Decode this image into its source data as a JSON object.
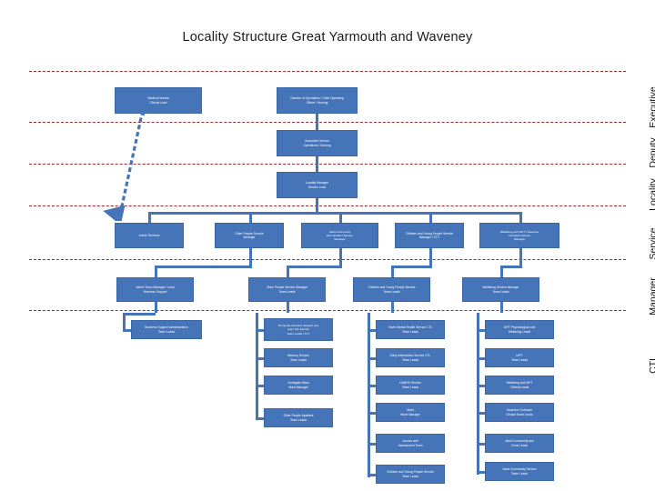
{
  "page": {
    "title": "Locality Structure Great Yarmouth and Waveney",
    "accent_blue": "#4674B8",
    "separator_red": "#9E2B2B",
    "background": "#FFFFFF"
  },
  "band_labels": [
    {
      "key": "executive",
      "label": "Executive"
    },
    {
      "key": "deputy",
      "label": "Deputy"
    },
    {
      "key": "locality",
      "label": "Locality"
    },
    {
      "key": "service",
      "label": "Service"
    },
    {
      "key": "manager",
      "label": "Manager"
    },
    {
      "key": "ctl",
      "label": "CTL"
    }
  ],
  "executive": [
    {
      "id": "exec-medical",
      "lines": [
        "Medical Director",
        "Clinical Lead"
      ]
    },
    {
      "id": "exec-director",
      "lines": [
        "Director of Operations / Chief Operating",
        "Officer / Nursing"
      ]
    }
  ],
  "deputy": [
    {
      "id": "deputy-director",
      "lines": [
        "Associate Director",
        "Operations / Nursing"
      ]
    }
  ],
  "locality": [
    {
      "id": "locality-manager",
      "lines": [
        "Locality Manager",
        "Service Lead"
      ]
    }
  ],
  "service": [
    {
      "id": "svc-admin",
      "lines": [
        "Admin Services"
      ]
    },
    {
      "id": "svc-older",
      "lines": [
        "Older People Service",
        "Manager"
      ]
    },
    {
      "id": "svc-adult",
      "lines": [
        "Adult Community",
        "and Inpatient Service",
        "Manager"
      ]
    },
    {
      "id": "svc-camhs",
      "lines": [
        "Children and Young People Service",
        "Manager / CCT"
      ]
    },
    {
      "id": "svc-wellbeing",
      "lines": [
        "Wellbeing and IAPT / Assertive",
        "Outreach Service",
        "Manager"
      ]
    }
  ],
  "manager": [
    {
      "id": "mgr-admin",
      "lines": [
        "Admin Team Manager / Lead",
        "Business Support"
      ]
    },
    {
      "id": "mgr-older",
      "lines": [
        "Older People Service Manager",
        "Team Leads"
      ]
    },
    {
      "id": "mgr-cyp",
      "lines": [
        "Children and Young People Service",
        "Team Leads"
      ]
    },
    {
      "id": "mgr-wellbeing",
      "lines": [
        "Wellbeing Service Manager",
        "Team Leads"
      ]
    }
  ],
  "ctl_columns": [
    {
      "id": "ctl-col-admin",
      "parent": "mgr-admin",
      "items": [
        {
          "id": "ctl-admin-1",
          "lines": [
            "Business Support Administration",
            "Team Leads"
          ]
        }
      ]
    },
    {
      "id": "ctl-col-older",
      "parent": "mgr-older",
      "items": [
        {
          "id": "ctl-older-1",
          "lines": [
            "Dementia Intensive Support and",
            "Later Life Service",
            "Team Leads / CTL"
          ]
        },
        {
          "id": "ctl-older-2",
          "lines": [
            "Memory Service",
            "Team Leads"
          ]
        },
        {
          "id": "ctl-older-3",
          "lines": [
            "Northgate Ward",
            "Ward Manager"
          ]
        },
        {
          "id": "ctl-older-4",
          "lines": [
            "Older People Inpatient",
            "Team Leads"
          ]
        }
      ]
    },
    {
      "id": "ctl-col-adult",
      "parent": "mgr-cyp",
      "items": [
        {
          "id": "ctl-adult-1",
          "lines": [
            "Youth Mental Health Service CTL",
            "Team Leads"
          ]
        },
        {
          "id": "ctl-adult-2",
          "lines": [
            "Early Intervention Service CTL",
            "Team Leads"
          ]
        },
        {
          "id": "ctl-adult-3",
          "lines": [
            "CAMHS Service",
            "Team Leads"
          ]
        },
        {
          "id": "ctl-adult-4",
          "lines": [
            "Ward",
            "Ward Manager"
          ]
        },
        {
          "id": "ctl-adult-5",
          "lines": [
            "Access and",
            "Assessment Team"
          ]
        },
        {
          "id": "ctl-adult-6",
          "lines": [
            "Children and Young People Service",
            "Team Leads"
          ]
        }
      ]
    },
    {
      "id": "ctl-col-wellbeing",
      "parent": "mgr-wellbeing",
      "items": [
        {
          "id": "ctl-well-1",
          "lines": [
            "IAPT Psychological and",
            "Wellbeing Leads"
          ]
        },
        {
          "id": "ctl-well-2",
          "lines": [
            "IAPT",
            "Team Leads"
          ]
        },
        {
          "id": "ctl-well-3",
          "lines": [
            "Wellbeing and IAPT",
            "Clinical Leads"
          ]
        },
        {
          "id": "ctl-well-4",
          "lines": [
            "Assertive Outreach",
            "Clinical Team Leads"
          ]
        },
        {
          "id": "ctl-well-5",
          "lines": [
            "Adult Community and",
            "Crisis Leads"
          ]
        },
        {
          "id": "ctl-well-6",
          "lines": [
            "Adult Community Service",
            "Team Leads"
          ]
        }
      ]
    }
  ],
  "link_arrow": {
    "id": "medical-director-service-link",
    "style": "dashed-double-arrow"
  }
}
